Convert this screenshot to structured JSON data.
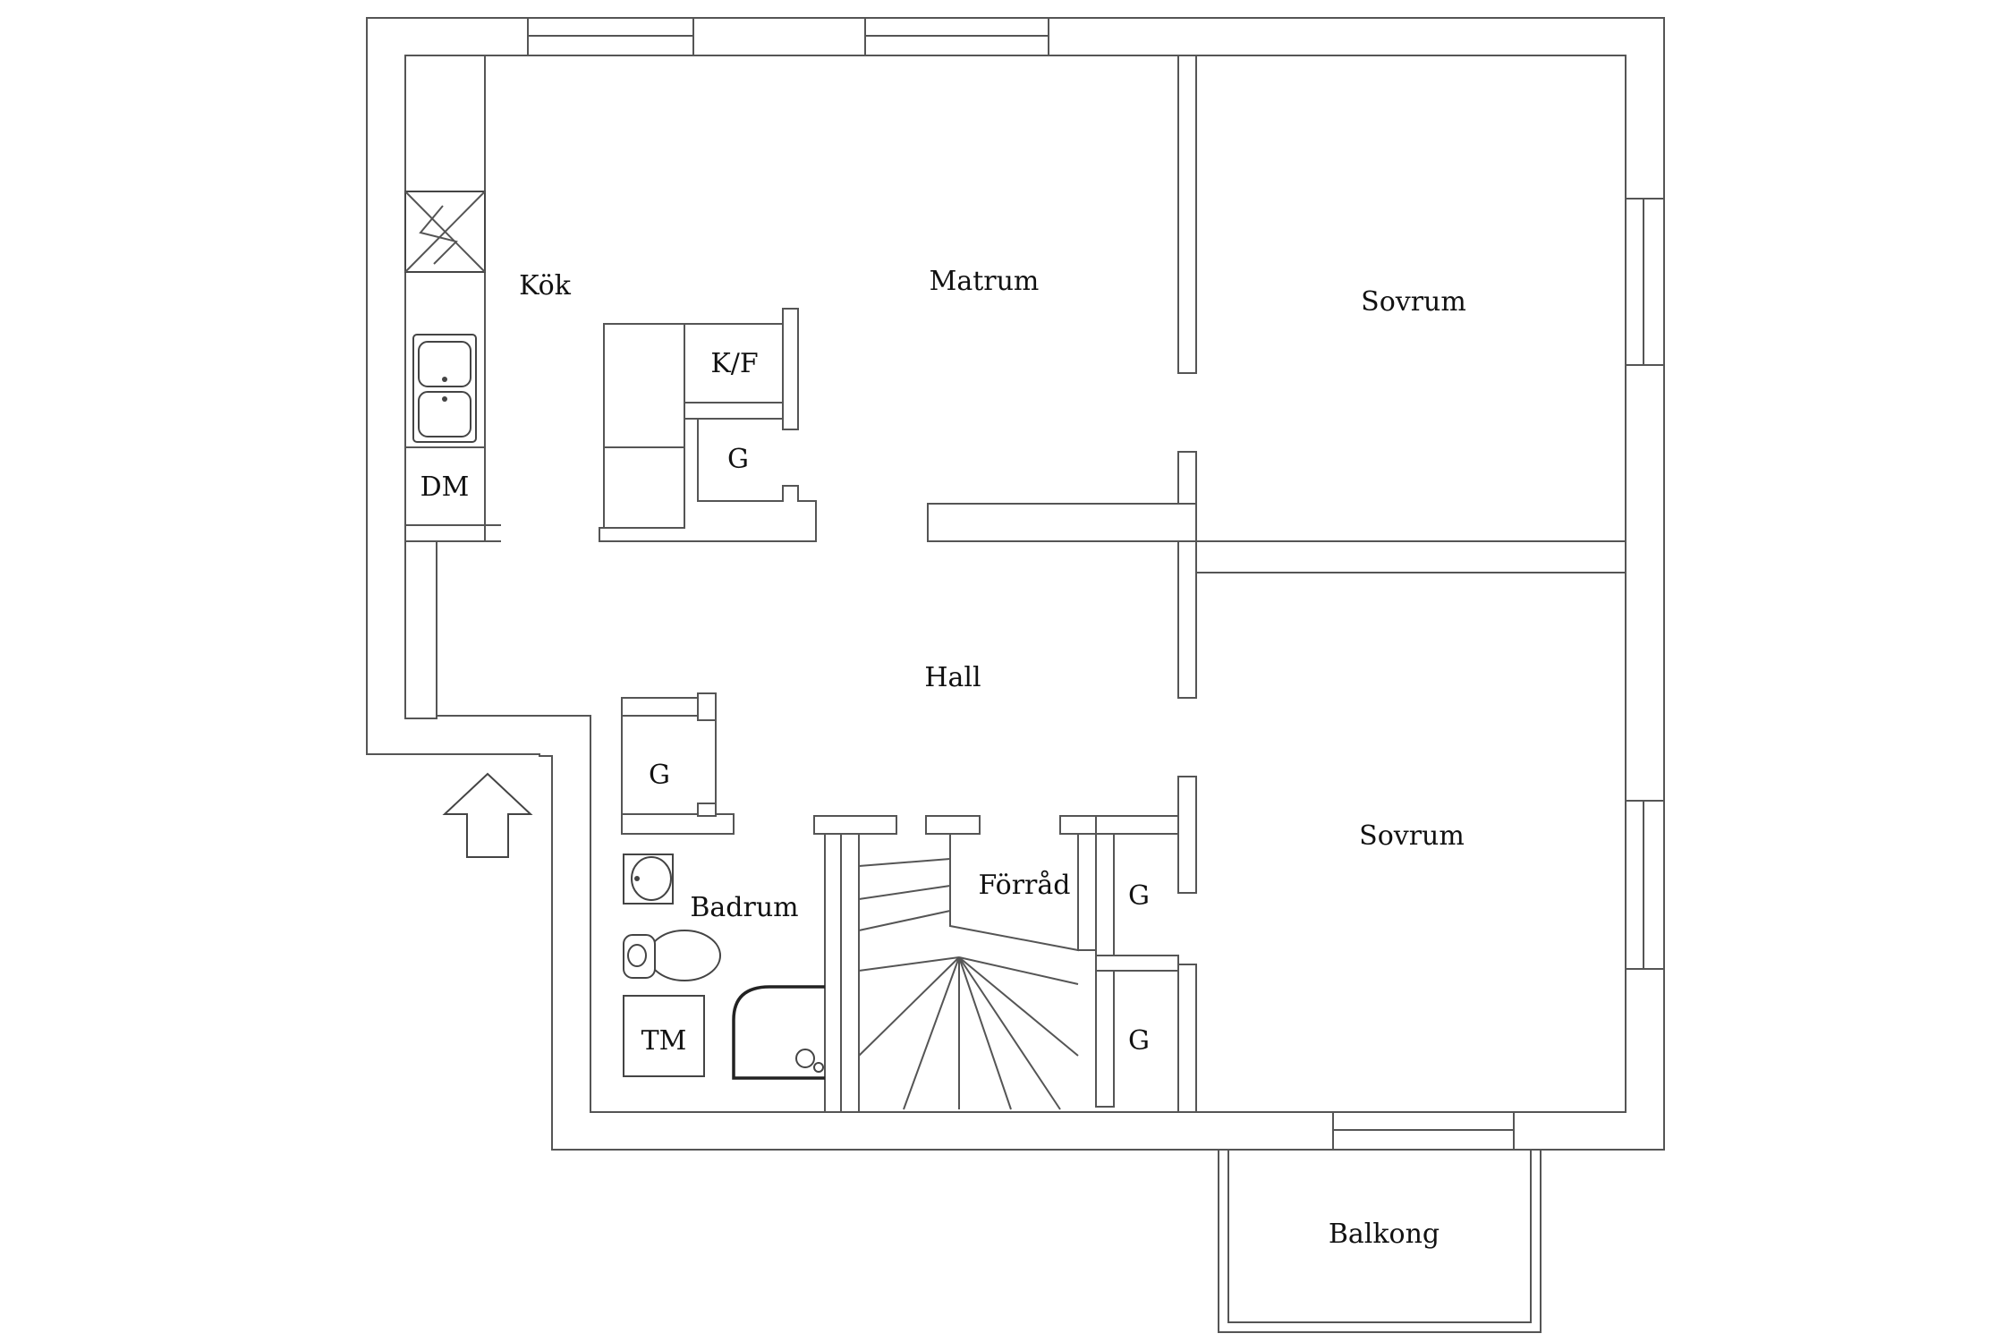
{
  "rooms": {
    "kok": "Kök",
    "matrum": "Matrum",
    "sovrum_1": "Sovrum",
    "sovrum_2": "Sovrum",
    "hall": "Hall",
    "badrum": "Badrum",
    "forrad": "Förråd",
    "balkong": "Balkong"
  },
  "fixtures": {
    "kf": "K/F",
    "dm": "DM",
    "tm": "TM",
    "g_kitchen": "G",
    "g_hall": "G",
    "g_bedroom_upper": "G",
    "g_bedroom_lower": "G"
  },
  "icons": [
    "entrance-arrow-icon",
    "stove-icon",
    "sink-icon",
    "washbasin-icon",
    "toilet-icon",
    "shower-icon"
  ]
}
